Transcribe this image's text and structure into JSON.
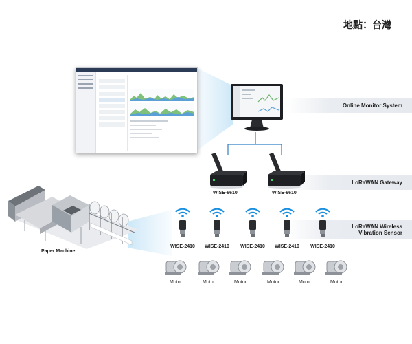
{
  "location": "地點：台灣",
  "tiers": {
    "online_monitor": "Online Monitor System",
    "gateway": "LoRaWAN Gateway",
    "sensor": "LoRaWAN Wireless Vibration Sensor"
  },
  "gateways": [
    {
      "label": "WISE-6610"
    },
    {
      "label": "WISE-6610"
    }
  ],
  "sensors": [
    {
      "label": "WISE-2410"
    },
    {
      "label": "WISE-2410"
    },
    {
      "label": "WISE-2410"
    },
    {
      "label": "WISE-2410"
    },
    {
      "label": "WISE-2410"
    }
  ],
  "motors": [
    {
      "label": "Motor"
    },
    {
      "label": "Motor"
    },
    {
      "label": "Motor"
    },
    {
      "label": "Motor"
    },
    {
      "label": "Motor"
    },
    {
      "label": "Motor"
    }
  ],
  "machine_label": "Paper Machine",
  "colors": {
    "wifi": "#1a8fe0",
    "band": "#e8ebef",
    "beam": "#bfe1f5",
    "line": "#2f7fc5"
  }
}
